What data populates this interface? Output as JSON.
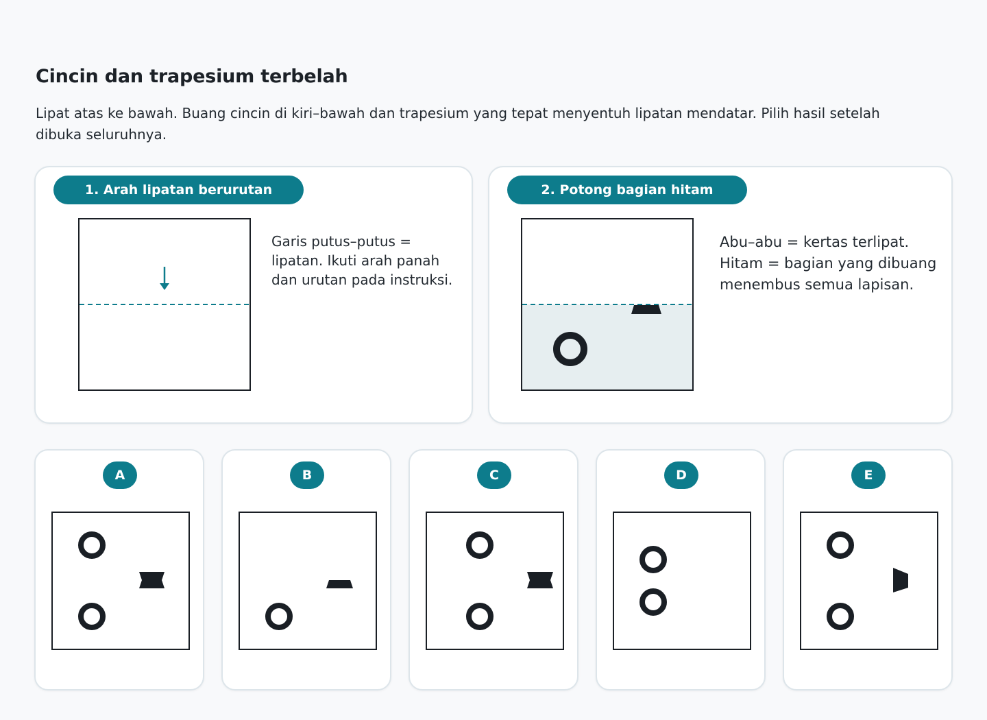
{
  "header": {
    "title": "Cincin dan trapesium terbelah",
    "instruction": "Lipat atas ke bawah. Buang cincin di kiri–bawah dan trapesium yang tepat menyentuh lipatan mendatar. Pilih hasil setelah dibuka seluruhnya."
  },
  "steps": [
    {
      "label": "1. Arah lipatan berurutan",
      "note": "Garis putus–putus = lipatan. Ikuti arah panah dan urutan pada instruksi."
    },
    {
      "label": "2. Potong bagian hitam",
      "note": "Abu–abu = kertas terlipat. Hitam = bagian yang dibuang menembus semua lapisan."
    }
  ],
  "options": [
    {
      "letter": "A",
      "shapes": [
        "ring-top-left",
        "ring-bottom-left",
        "hourglass-bowtie-right"
      ]
    },
    {
      "letter": "B",
      "shapes": [
        "ring-bottom-left",
        "trapezoid-right"
      ]
    },
    {
      "letter": "C",
      "shapes": [
        "ring-top-center",
        "ring-bottom-center",
        "hourglass-bowtie-edge"
      ]
    },
    {
      "letter": "D",
      "shapes": [
        "ring-mid-left",
        "ring-lower-left"
      ]
    },
    {
      "letter": "E",
      "shapes": [
        "ring-top-left",
        "ring-bottom-left",
        "trapezoid-vertical-right"
      ]
    }
  ],
  "colors": {
    "accent": "#0d7c8c",
    "cut": "#1a1f25",
    "folded": "#e6eef0",
    "panel_border": "#dde5ea"
  },
  "icons": {
    "fold_arrow": "arrow-down-icon",
    "fold_line": "dashed-fold-line"
  }
}
